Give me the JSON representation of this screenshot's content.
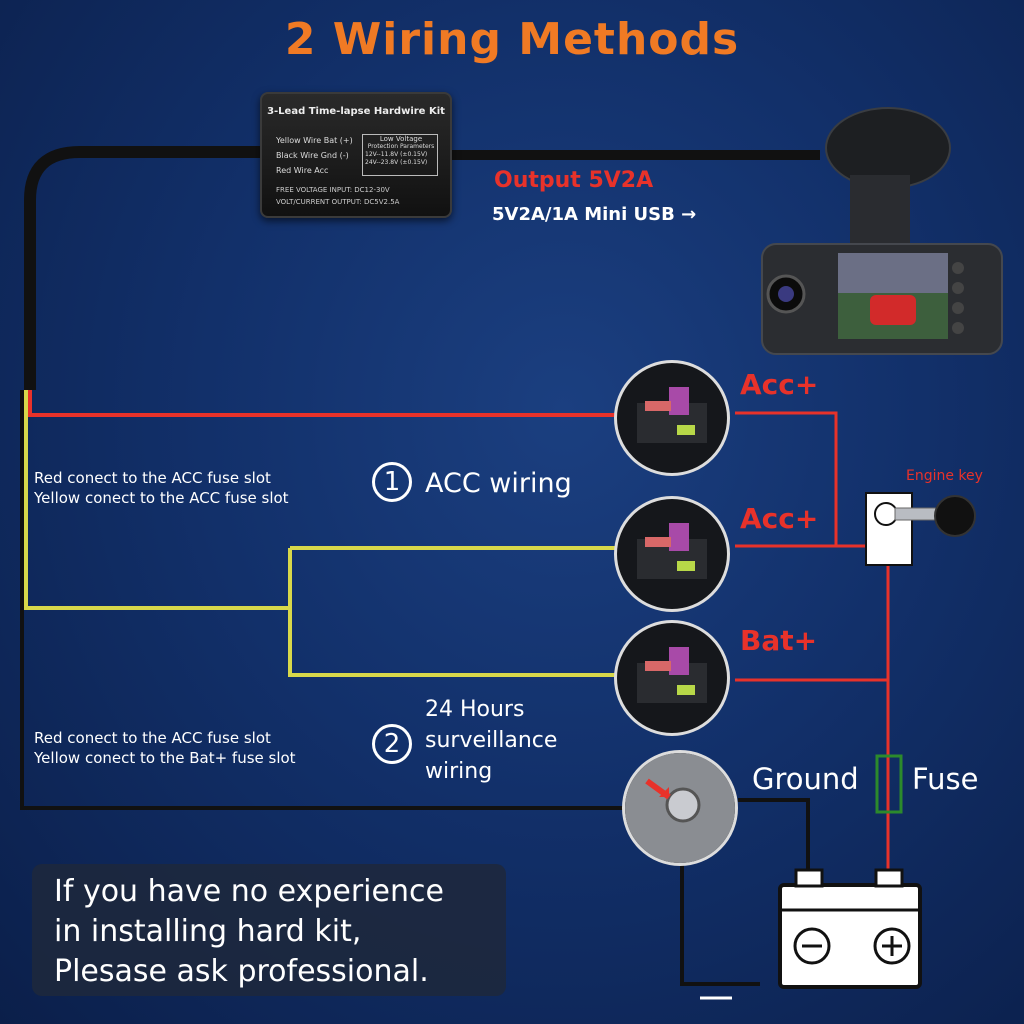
{
  "title": "2 Wiring Methods",
  "kit": {
    "heading": "3-Lead Time-lapse Hardwire Kit",
    "yellow": "Yellow Wire Bat (+)",
    "black": "Black Wire Gnd (-)",
    "red": "Red Wire Acc",
    "lv_title": "Low Voltage",
    "lv_sub": "Protection Parameters",
    "lv_12": "12V--11.8V (±0.15V)",
    "lv_24": "24V--23.8V (±0.15V)",
    "input": "FREE VOLTAGE INPUT: DC12-30V",
    "output": "VOLT/CURRENT OUTPUT: DC5V2.5A"
  },
  "output_main": "Output 5V2A",
  "output_usb": "5V2A/1A Mini USB →",
  "slots": {
    "acc1": "Acc+",
    "acc2": "Acc+",
    "bat": "Bat+"
  },
  "engine_key": "Engine key",
  "method1": {
    "num": "1",
    "label": "ACC wiring",
    "note1": "Red conect to the ACC fuse slot",
    "note2": "Yellow conect to the ACC fuse slot"
  },
  "method2": {
    "num": "2",
    "label_l1": "24 Hours",
    "label_l2": "surveillance",
    "label_l3": "wiring",
    "note1": "Red conect to the ACC fuse slot",
    "note2": "Yellow conect to the Bat+ fuse slot"
  },
  "ground": "Ground",
  "fuse": "Fuse",
  "battery": {
    "minus": "−",
    "plus": "+",
    "ground_sym": "—"
  },
  "warning": {
    "l1": "If you have no experience",
    "l2": "in installing hard kit,",
    "l3": "Plesase ask professional."
  },
  "colors": {
    "title": "#f07a24",
    "red_wire": "#e8322a",
    "yellow_wire": "#d8d84a",
    "black_wire": "#111111"
  }
}
